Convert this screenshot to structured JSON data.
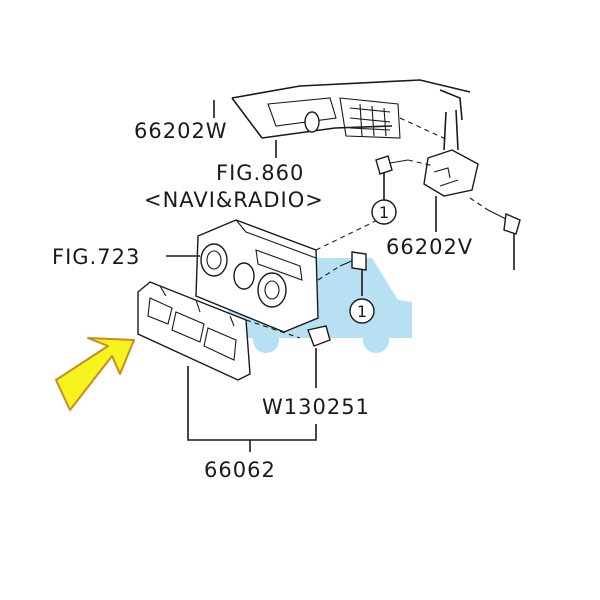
{
  "labels": {
    "part_66202w": "66202W",
    "fig_860": "FIG.860",
    "navi_radio": "<NAVI&RADIO>",
    "callout_1a": "1",
    "part_66202v": "66202V",
    "fig_723": "FIG.723",
    "callout_1b": "1",
    "part_w130251": "W130251",
    "part_66062": "66062"
  },
  "colors": {
    "arrow_fill": "#f6f31e",
    "arrow_stroke": "#c98d1a",
    "watermark": "#9fd6f0",
    "ink": "#1a1a1a"
  }
}
